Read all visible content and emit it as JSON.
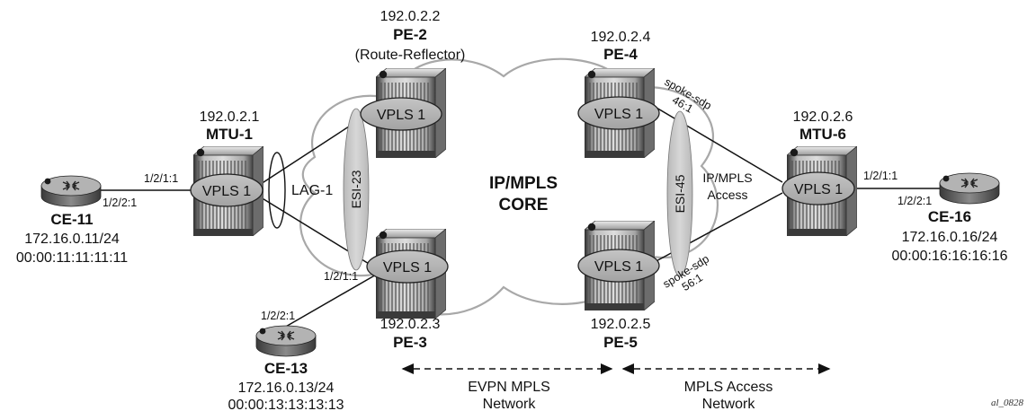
{
  "core": {
    "line1": "IP/MPLS",
    "line2": "CORE"
  },
  "nodes": {
    "pe2": {
      "ip": "192.0.2.2",
      "name": "PE-2",
      "role": "(Route-Reflector)",
      "vpls": "VPLS 1"
    },
    "pe3": {
      "ip": "192.0.2.3",
      "name": "PE-3",
      "vpls": "VPLS 1",
      "port": "1/2/1:1"
    },
    "pe4": {
      "ip": "192.0.2.4",
      "name": "PE-4",
      "vpls": "VPLS 1"
    },
    "pe5": {
      "ip": "192.0.2.5",
      "name": "PE-5",
      "vpls": "VPLS 1"
    },
    "mtu1": {
      "ip": "192.0.2.1",
      "name": "MTU-1",
      "vpls": "VPLS 1",
      "port": "1/2/1:1"
    },
    "mtu6": {
      "ip": "192.0.2.6",
      "name": "MTU-6",
      "vpls": "VPLS 1",
      "port": "1/2/1:1"
    },
    "ce11": {
      "name": "CE-11",
      "ip": "172.16.0.11/24",
      "mac": "00:00:11:11:11:11",
      "port": "1/2/2:1"
    },
    "ce13": {
      "name": "CE-13",
      "ip": "172.16.0.13/24",
      "mac": "00:00:13:13:13:13",
      "port": "1/2/2:1"
    },
    "ce16": {
      "name": "CE-16",
      "ip": "172.16.0.16/24",
      "mac": "00:00:16:16:16:16",
      "port": "1/2/2:1"
    }
  },
  "labels": {
    "lag": "LAG-1",
    "esi23": "ESI-23",
    "esi45": "ESI-45",
    "spoke46": [
      "spoke-sdp",
      "46:1"
    ],
    "spoke56": [
      "spoke-sdp",
      "56:1"
    ],
    "ipmpls_access": [
      "IP/MPLS",
      "Access"
    ]
  },
  "bottom": {
    "evpn": [
      "EVPN MPLS",
      "Network"
    ],
    "mpls_access": [
      "MPLS Access",
      "Network"
    ]
  },
  "ref": "al_0828"
}
